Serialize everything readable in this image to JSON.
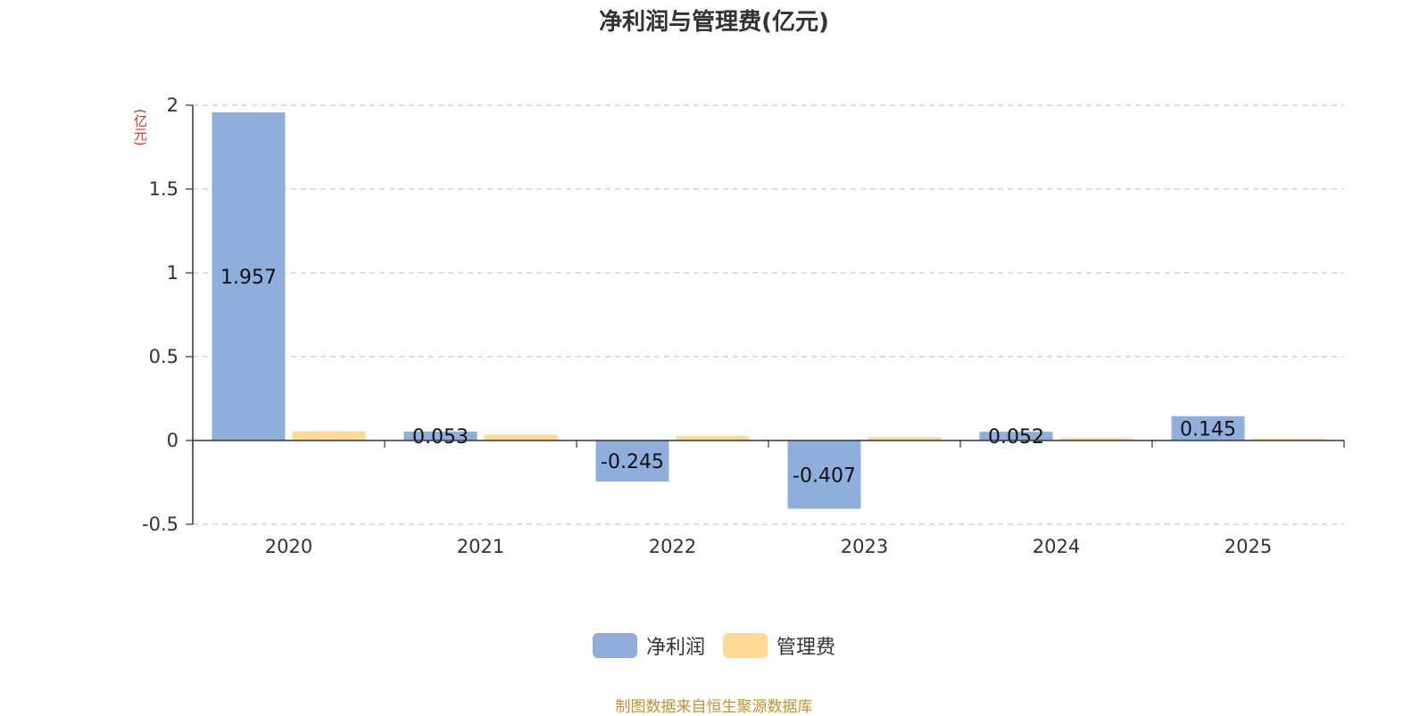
{
  "chart_data": {
    "type": "bar",
    "title": "净利润与管理费(亿元)",
    "ylabel": "(亿元)",
    "categories": [
      "2020",
      "2021",
      "2022",
      "2023",
      "2024",
      "2025"
    ],
    "series": [
      {
        "name": "净利润",
        "values": [
          1.957,
          0.053,
          -0.245,
          -0.407,
          0.052,
          0.145
        ],
        "color": "#8eaedb",
        "show_labels": true
      },
      {
        "name": "管理费",
        "values": [
          0.055,
          0.035,
          0.028,
          0.02,
          0.015,
          0.012
        ],
        "color": "#ffd996",
        "show_labels": false
      }
    ],
    "ylim": [
      -0.5,
      2
    ],
    "yticks": [
      "2",
      "1.5",
      "1",
      "0.5",
      "0",
      "-0.5"
    ],
    "grid": true,
    "legend": "bottom-center"
  },
  "footer": {
    "source": "制图数据来自恒生聚源数据库"
  }
}
